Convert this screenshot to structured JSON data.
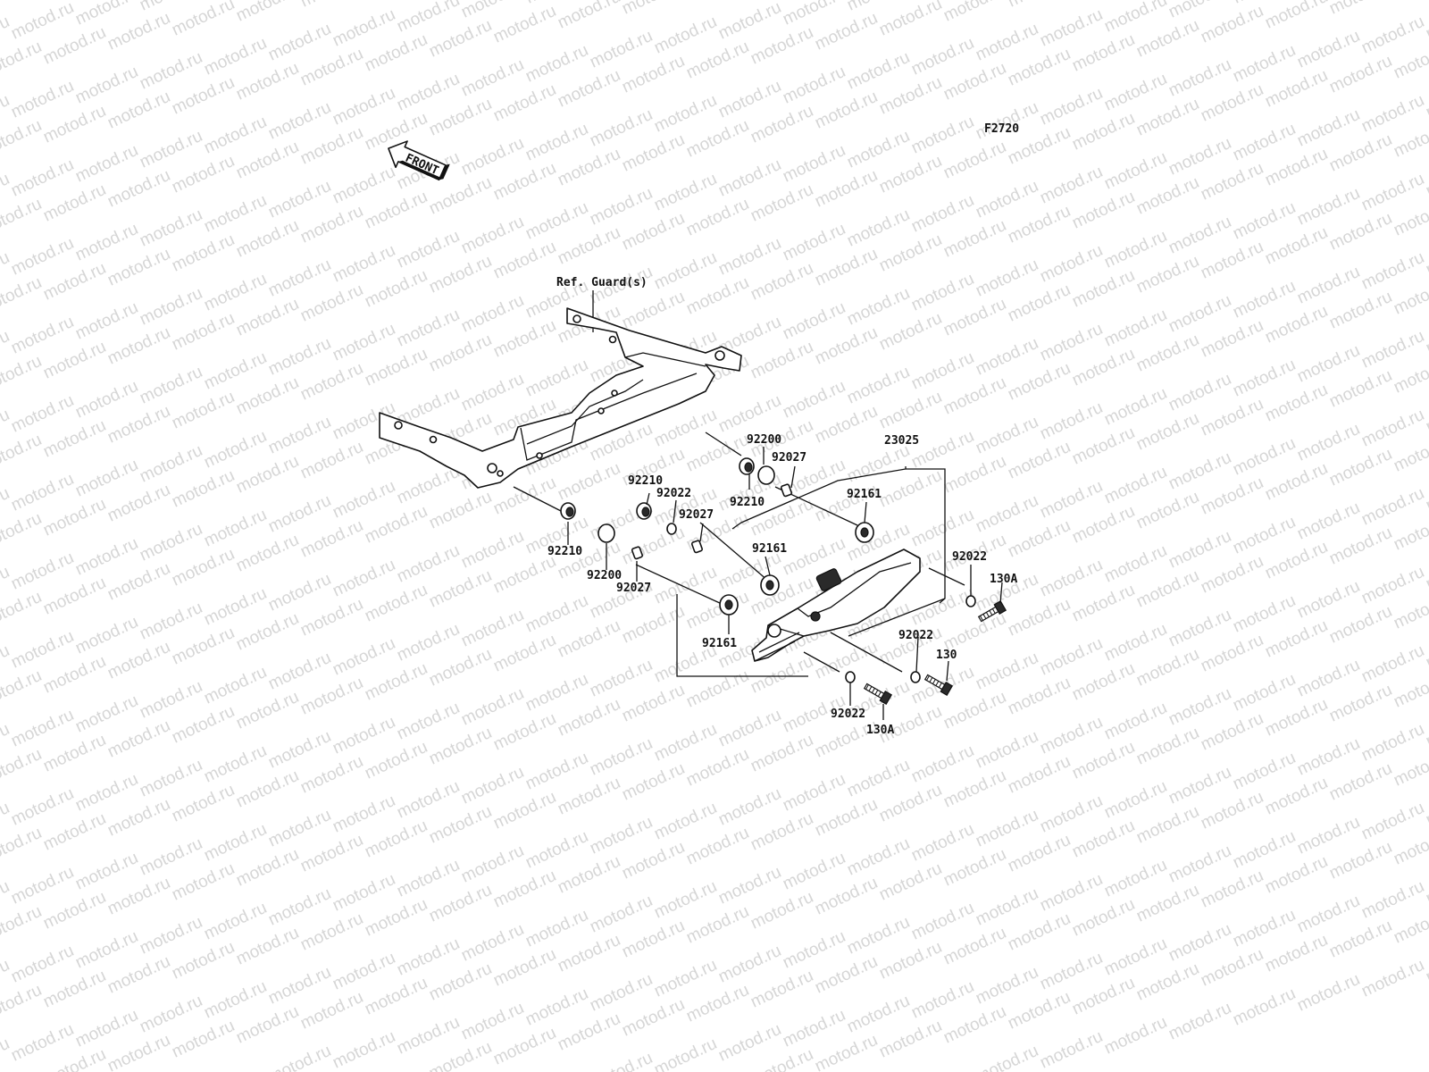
{
  "diagram": {
    "figure_code": "F2720",
    "watermark": "motod.ru",
    "front_arrow_label": "FRONT",
    "reference_label": "Ref. Guard(s)",
    "colors": {
      "line": "#111111",
      "watermark": "#d6d6d6",
      "background": "#ffffff"
    },
    "callouts": [
      {
        "id": "c1",
        "part_no": "92200"
      },
      {
        "id": "c2",
        "part_no": "92027"
      },
      {
        "id": "c3",
        "part_no": "23025"
      },
      {
        "id": "c4",
        "part_no": "92210"
      },
      {
        "id": "c5",
        "part_no": "92022"
      },
      {
        "id": "c6",
        "part_no": "92210"
      },
      {
        "id": "c7",
        "part_no": "92161"
      },
      {
        "id": "c8",
        "part_no": "92027"
      },
      {
        "id": "c9",
        "part_no": "92161"
      },
      {
        "id": "c10",
        "part_no": "92210"
      },
      {
        "id": "c11",
        "part_no": "92200"
      },
      {
        "id": "c12",
        "part_no": "92027"
      },
      {
        "id": "c13",
        "part_no": "92022"
      },
      {
        "id": "c14",
        "part_no": "130A"
      },
      {
        "id": "c15",
        "part_no": "92161"
      },
      {
        "id": "c16",
        "part_no": "92022"
      },
      {
        "id": "c17",
        "part_no": "130"
      },
      {
        "id": "c18",
        "part_no": "92022"
      },
      {
        "id": "c19",
        "part_no": "130A"
      }
    ]
  }
}
